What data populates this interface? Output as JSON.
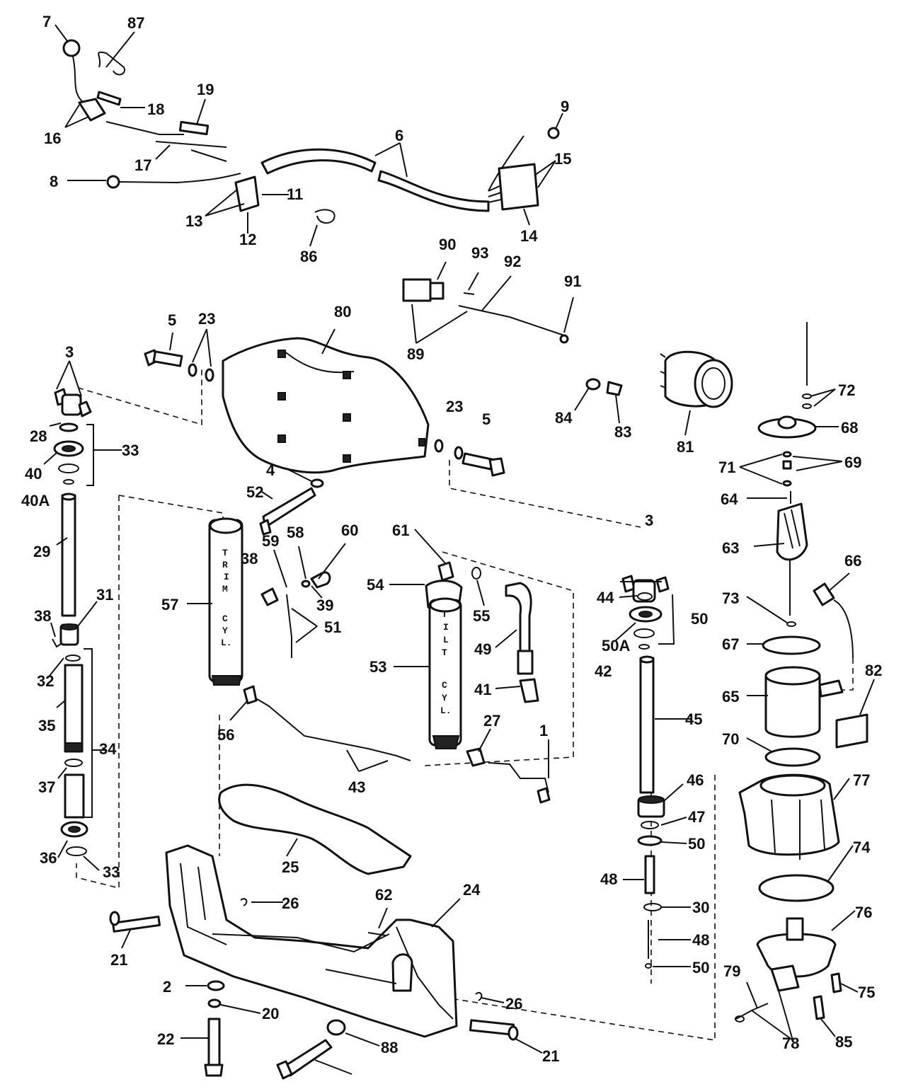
{
  "diagram": {
    "callouts": [
      "7",
      "87",
      "18",
      "19",
      "16",
      "17",
      "9",
      "6",
      "15",
      "8",
      "11",
      "13",
      "12",
      "14",
      "86",
      "90",
      "93",
      "92",
      "91",
      "89",
      "80",
      "5",
      "23",
      "3",
      "28",
      "33",
      "40",
      "40A",
      "29",
      "38",
      "31",
      "32",
      "35",
      "34",
      "37",
      "36",
      "72",
      "68",
      "69",
      "71",
      "64",
      "63",
      "66",
      "73",
      "67",
      "65",
      "82",
      "70",
      "77",
      "74",
      "76",
      "79",
      "75",
      "78",
      "85",
      "84",
      "83",
      "81",
      "4",
      "52",
      "61",
      "60",
      "58",
      "59",
      "39",
      "57",
      "51",
      "54",
      "55",
      "49",
      "53",
      "41",
      "44",
      "50",
      "50A",
      "42",
      "45",
      "46",
      "47",
      "48",
      "30",
      "56",
      "43",
      "27",
      "1",
      "25",
      "26",
      "62",
      "24",
      "21",
      "2",
      "20",
      "22",
      "88"
    ],
    "cylinder_labels": {
      "trim": [
        "T",
        "R",
        "I",
        "M",
        "C",
        "Y",
        "L."
      ],
      "tilt": [
        "T",
        "I",
        "L",
        "T",
        "C",
        "Y",
        "L."
      ]
    }
  }
}
